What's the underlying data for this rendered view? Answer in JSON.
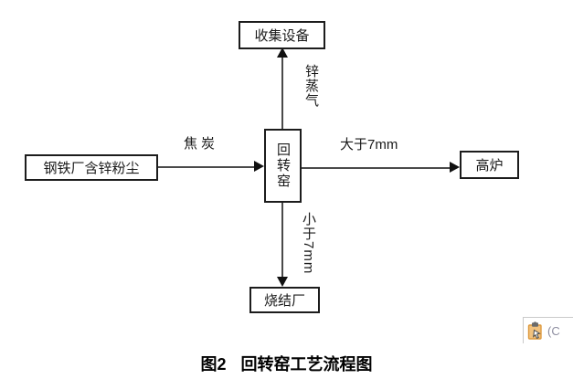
{
  "diagram": {
    "nodes": {
      "collection": {
        "label": "收集设备"
      },
      "source": {
        "label": "钢铁厂含锌粉尘"
      },
      "kiln": {
        "label": "回转窑"
      },
      "furnace": {
        "label": "高炉"
      },
      "sinter": {
        "label": "烧结厂"
      }
    },
    "edges": {
      "coke": {
        "label": "焦炭",
        "from": "source",
        "to": "kiln"
      },
      "zinc_vapor": {
        "label": "锌蒸气",
        "from": "kiln",
        "to": "collection"
      },
      "gt7": {
        "label": "大于7mm",
        "from": "kiln",
        "to": "furnace"
      },
      "lt7": {
        "label": "小于7mm",
        "from": "kiln",
        "to": "sinter"
      }
    },
    "caption": {
      "prefix": "图2",
      "title": "回转窑工艺流程图"
    },
    "colors": {
      "box_border": "#1c1c1c",
      "line": "#4a4a4a",
      "arrowhead": "#111111"
    }
  },
  "paste_options": {
    "label": "(C",
    "icon": "clipboard-icon",
    "clipboard_fill": "#F2C27E",
    "clipboard_border": "#DE9A3E",
    "clip_color": "#6b6b6b"
  }
}
